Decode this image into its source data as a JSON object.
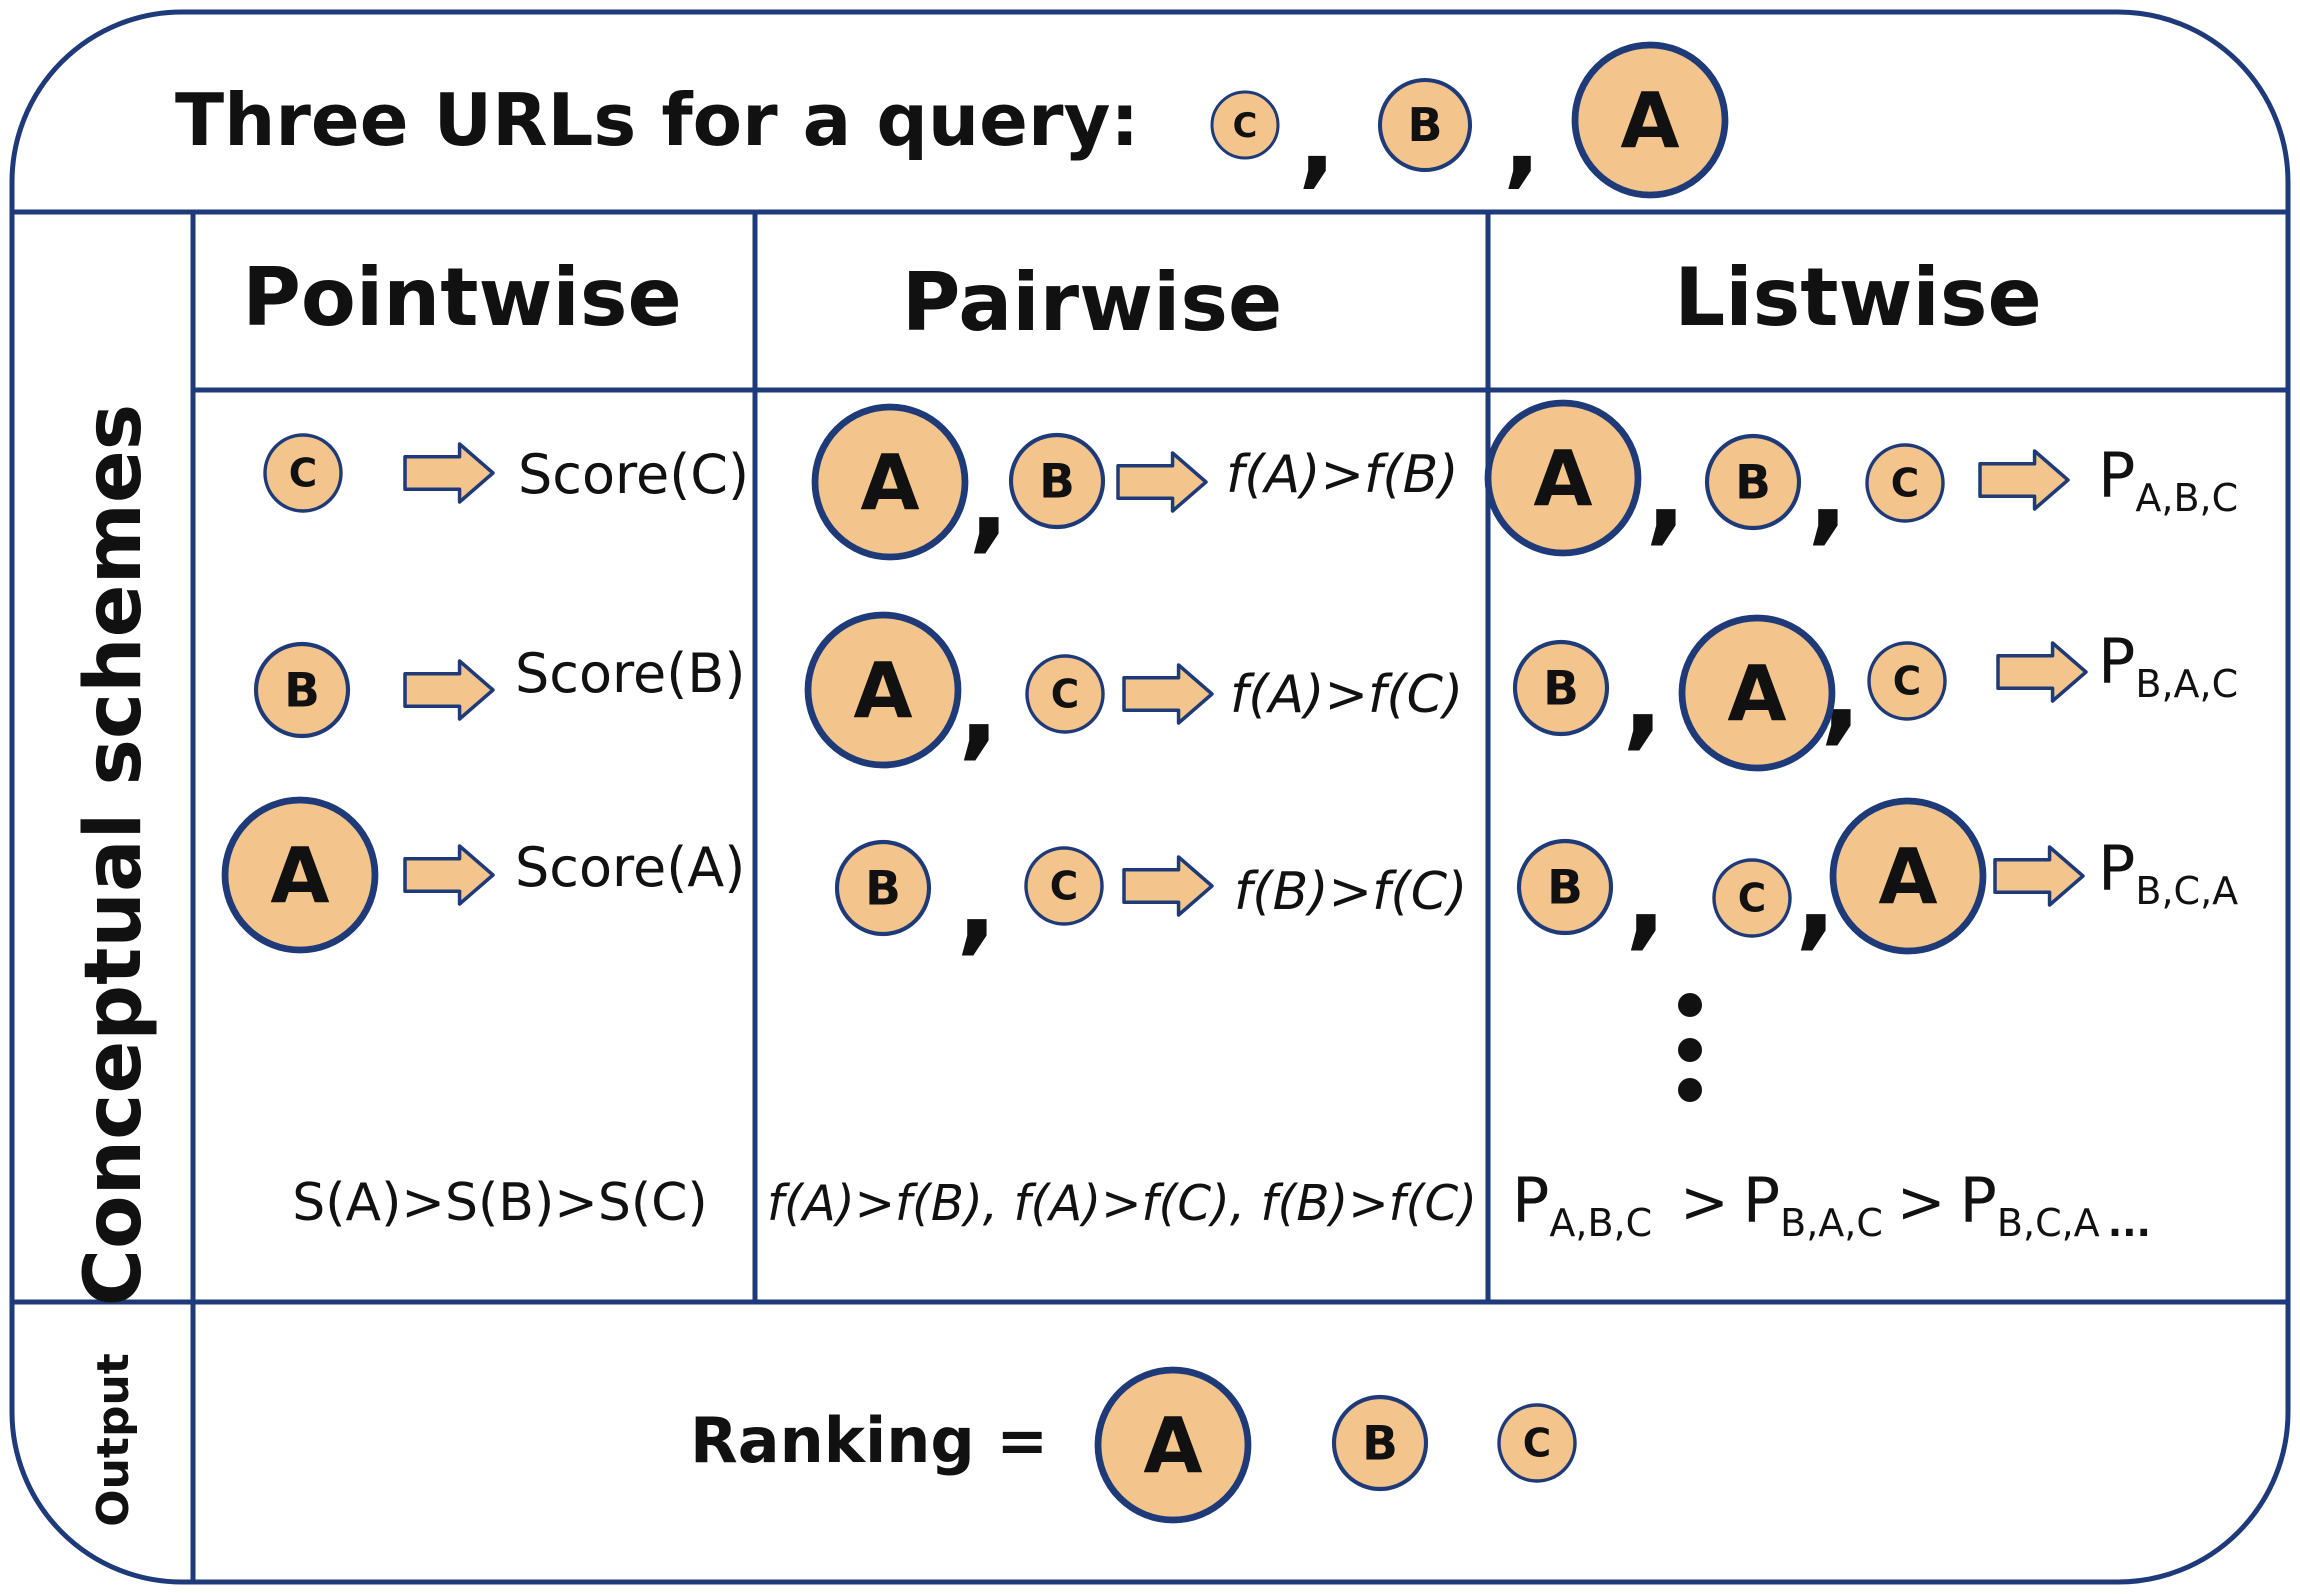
{
  "header": {
    "title": "Three URLs for a query:",
    "urls": [
      "C",
      "B",
      "A"
    ],
    "separator": ","
  },
  "side_labels": {
    "schemes": "Conceptual schemes",
    "output": "Output"
  },
  "columns": {
    "pointwise": "Pointwise",
    "pairwise": "Pairwise",
    "listwise": "Listwise"
  },
  "pointwise": {
    "rows": [
      {
        "url": "C",
        "result": "Score(C)"
      },
      {
        "url": "B",
        "result": "Score(B)"
      },
      {
        "url": "A",
        "result": "Score(A)"
      }
    ],
    "summary": "S(A)>S(B)>S(C)"
  },
  "pairwise": {
    "rows": [
      {
        "urls": [
          "A",
          "B"
        ],
        "result": "f(A)>f(B)"
      },
      {
        "urls": [
          "A",
          "C"
        ],
        "result": "f(A)>f(C)"
      },
      {
        "urls": [
          "B",
          "C"
        ],
        "result": "f(B)>f(C)"
      }
    ],
    "summary": "f(A)>f(B), f(A)>f(C), f(B)>f(C)"
  },
  "listwise": {
    "rows": [
      {
        "urls": [
          "A",
          "B",
          "C"
        ],
        "prob": "P",
        "subscript": "A,B,C"
      },
      {
        "urls": [
          "B",
          "A",
          "C"
        ],
        "prob": "P",
        "subscript": "B,A,C"
      },
      {
        "urls": [
          "B",
          "C",
          "A"
        ],
        "prob": "P",
        "subscript": "B,C,A"
      }
    ],
    "summary": {
      "terms": [
        {
          "p": "P",
          "sub": "A,B,C"
        },
        {
          "p": "P",
          "sub": "B,A,C"
        },
        {
          "p": "P",
          "sub": "B,C,A"
        }
      ],
      "gt": ">",
      "ellipsis": "..."
    }
  },
  "output": {
    "label": "Ranking =",
    "ranking": [
      "A",
      "B",
      "C"
    ]
  },
  "colors": {
    "border": "#1f3a7a",
    "circle_fill": "#f3c48c",
    "circle_stroke": "#1e3a78",
    "arrow_fill": "#f3c48c",
    "arrow_stroke": "#1e3a78",
    "text": "#111111"
  }
}
